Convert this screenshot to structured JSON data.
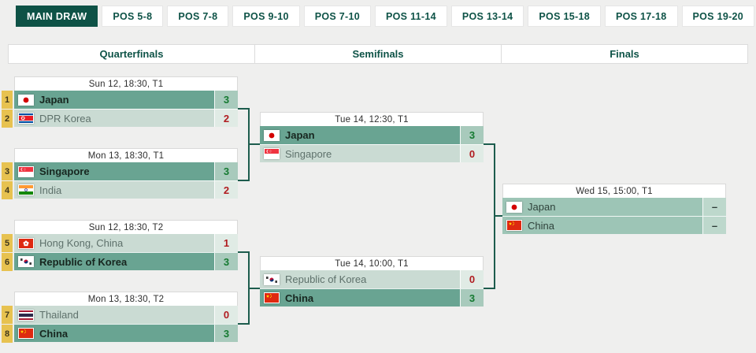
{
  "tabs": [
    {
      "label": "MAIN DRAW",
      "active": true
    },
    {
      "label": "POS 5-8",
      "active": false
    },
    {
      "label": "POS 7-8",
      "active": false
    },
    {
      "label": "POS 9-10",
      "active": false
    },
    {
      "label": "POS 7-10",
      "active": false
    },
    {
      "label": "POS 11-14",
      "active": false
    },
    {
      "label": "POS 13-14",
      "active": false
    },
    {
      "label": "POS 15-18",
      "active": false
    },
    {
      "label": "POS 17-18",
      "active": false
    },
    {
      "label": "POS 19-20",
      "active": false
    }
  ],
  "round_headers": [
    "Quarterfinals",
    "Semifinals",
    "Finals"
  ],
  "colors": {
    "accent_dark_green": "#0e5246",
    "winner_row": "#69a492",
    "loser_row": "#cadbd3",
    "pending_row": "#9dc5b6",
    "seed_gold": "#e7c250",
    "score_win_green": "#157a31",
    "score_loss_red": "#b01c20",
    "connector_green": "#1d5c4d"
  },
  "bracket": {
    "quarterfinals": [
      {
        "schedule": "Sun 12, 18:30, T1",
        "teams": [
          {
            "seed": "1",
            "flag": "jp",
            "name": "Japan",
            "score": "3",
            "result": "win"
          },
          {
            "seed": "2",
            "flag": "kp",
            "name": "DPR Korea",
            "score": "2",
            "result": "loss"
          }
        ]
      },
      {
        "schedule": "Mon 13, 18:30, T1",
        "teams": [
          {
            "seed": "3",
            "flag": "sg",
            "name": "Singapore",
            "score": "3",
            "result": "win"
          },
          {
            "seed": "4",
            "flag": "in",
            "name": "India",
            "score": "2",
            "result": "loss"
          }
        ]
      },
      {
        "schedule": "Sun 12, 18:30, T2",
        "teams": [
          {
            "seed": "5",
            "flag": "hk",
            "name": "Hong Kong, China",
            "score": "1",
            "result": "loss"
          },
          {
            "seed": "6",
            "flag": "kr",
            "name": "Republic of Korea",
            "score": "3",
            "result": "win"
          }
        ]
      },
      {
        "schedule": "Mon 13, 18:30, T2",
        "teams": [
          {
            "seed": "7",
            "flag": "th",
            "name": "Thailand",
            "score": "0",
            "result": "loss"
          },
          {
            "seed": "8",
            "flag": "cn",
            "name": "China",
            "score": "3",
            "result": "win"
          }
        ]
      }
    ],
    "semifinals": [
      {
        "schedule": "Tue 14, 12:30, T1",
        "teams": [
          {
            "flag": "jp",
            "name": "Japan",
            "score": "3",
            "result": "win"
          },
          {
            "flag": "sg",
            "name": "Singapore",
            "score": "0",
            "result": "loss"
          }
        ]
      },
      {
        "schedule": "Tue 14, 10:00, T1",
        "teams": [
          {
            "flag": "kr",
            "name": "Republic of Korea",
            "score": "0",
            "result": "loss"
          },
          {
            "flag": "cn",
            "name": "China",
            "score": "3",
            "result": "win"
          }
        ]
      }
    ],
    "finals": [
      {
        "schedule": "Wed 15, 15:00, T1",
        "teams": [
          {
            "flag": "jp",
            "name": "Japan",
            "score": "–",
            "result": "pending"
          },
          {
            "flag": "cn",
            "name": "China",
            "score": "–",
            "result": "pending"
          }
        ]
      }
    ]
  }
}
